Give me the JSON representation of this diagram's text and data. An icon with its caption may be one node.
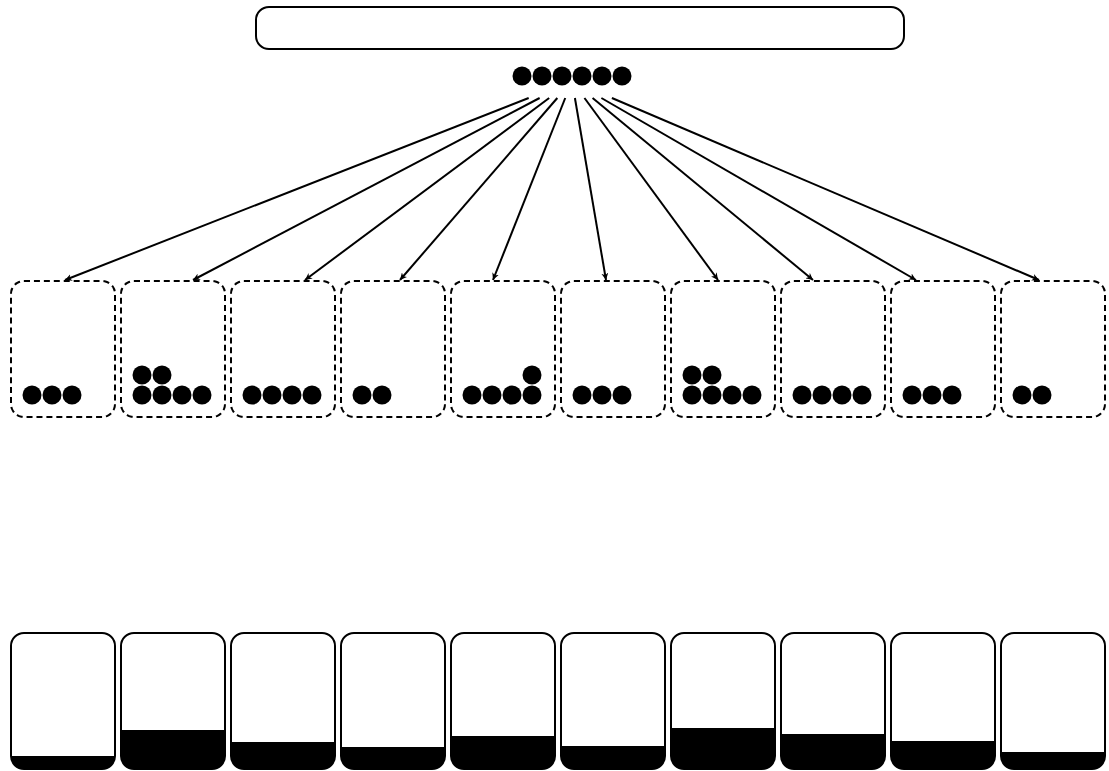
{
  "diagram": {
    "nodes": [
      {
        "text": [],
        "shape": "box"
      },
      {
        "text": [],
        "shape": "dots"
      },
      {
        "text": [],
        "shape": "box"
      },
      {
        "text": [],
        "shape": "box"
      },
      {
        "text": [],
        "shape": "box"
      },
      {
        "text": [],
        "shape": "box"
      },
      {
        "text": [],
        "shape": "box"
      },
      {
        "text": [],
        "shape": "box"
      },
      {
        "text": [],
        "shape": "box"
      },
      {
        "text": [],
        "shape": "box"
      },
      {
        "text": [],
        "shape": "box"
      },
      {
        "text": [],
        "shape": "box"
      },
      {
        "text": [],
        "shape": "bin"
      },
      {
        "text": [],
        "shape": "bin"
      },
      {
        "text": [],
        "shape": "bin"
      },
      {
        "text": [],
        "shape": "bin"
      },
      {
        "text": [],
        "shape": "bin"
      },
      {
        "text": [],
        "shape": "bin"
      },
      {
        "text": [],
        "shape": "bin"
      },
      {
        "text": [],
        "shape": "bin"
      },
      {
        "text": [],
        "shape": "bin"
      },
      {
        "text": [],
        "shape": "bin"
      }
    ],
    "edges": [
      {
        "from": 1,
        "to": 2,
        "arrow": "to"
      },
      {
        "from": 1,
        "to": 3,
        "arrow": "to"
      },
      {
        "from": 1,
        "to": 4,
        "arrow": "to"
      },
      {
        "from": 1,
        "to": 5,
        "arrow": "to"
      },
      {
        "from": 1,
        "to": 6,
        "arrow": "to"
      },
      {
        "from": 1,
        "to": 7,
        "arrow": "to"
      },
      {
        "from": 1,
        "to": 8,
        "arrow": "to"
      },
      {
        "from": 1,
        "to": 9,
        "arrow": "to"
      },
      {
        "from": 1,
        "to": 10,
        "arrow": "to"
      },
      {
        "from": 1,
        "to": 11,
        "arrow": "to"
      }
    ]
  }
}
